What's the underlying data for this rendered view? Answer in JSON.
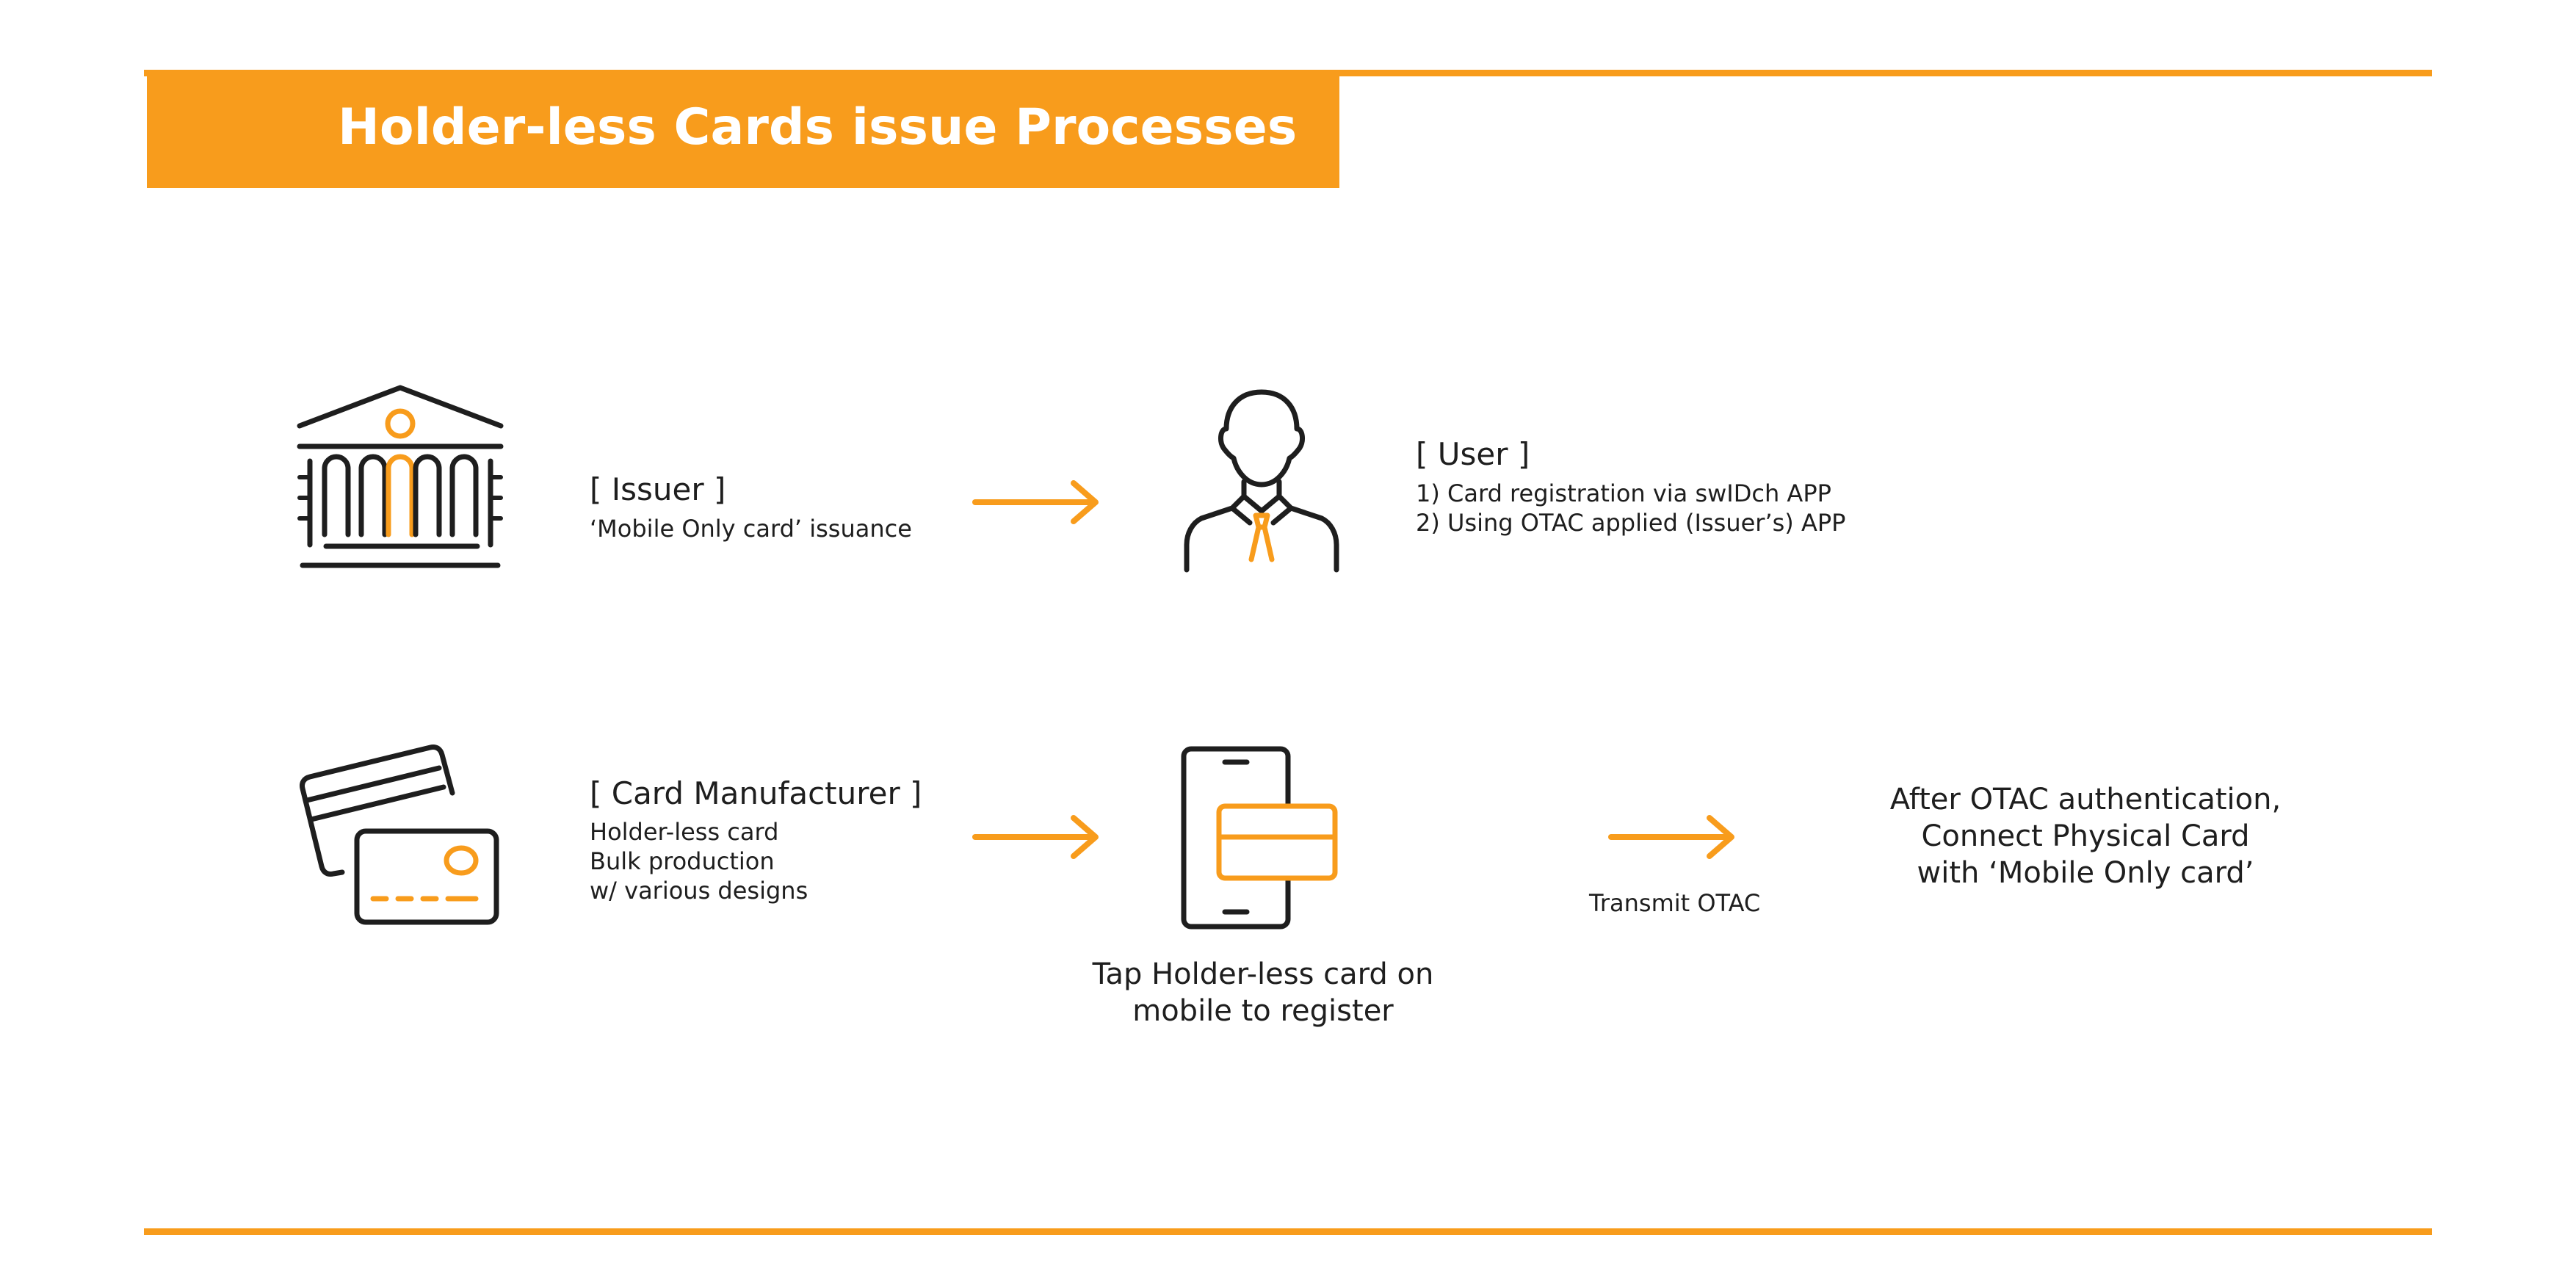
{
  "title": "Holder-less Cards issue Processes",
  "colors": {
    "accent": "#f89c1c",
    "ink": "#1e1e1e",
    "background": "#ffffff"
  },
  "icons": {
    "issuer": "bank-building-icon",
    "user": "person-with-tie-icon",
    "card_manufacturer": "credit-cards-icon",
    "mobile": "smartphone-with-card-icon",
    "arrow": "right-arrow-icon"
  },
  "issuer": {
    "heading": "[ Issuer ]",
    "lines": [
      "‘Mobile Only card’ issuance"
    ]
  },
  "user": {
    "heading": "[ User ]",
    "lines": [
      "1) Card registration via swIDch APP",
      "2) Using OTAC applied (Issuer’s) APP"
    ]
  },
  "card_manufacturer": {
    "heading": "[ Card Manufacturer ]",
    "lines": [
      "Holder-less card",
      "Bulk production",
      "w/ various designs"
    ]
  },
  "mobile": {
    "caption_lines": [
      "Tap Holder-less card on",
      "mobile to register"
    ]
  },
  "transmit": {
    "label": "Transmit OTAC"
  },
  "result": {
    "lines": [
      "After OTAC authentication,",
      "Connect Physical Card",
      "with ‘Mobile Only card’"
    ]
  }
}
